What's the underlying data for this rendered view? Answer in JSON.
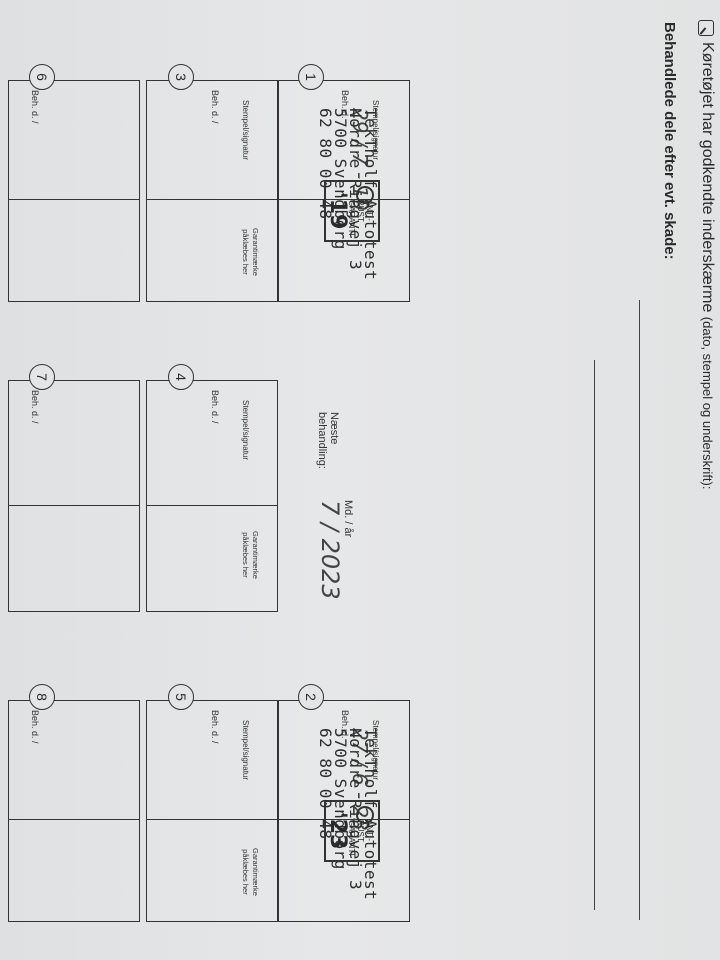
{
  "header": {
    "line1": "Køretøjet har godkendte inderskærme",
    "line1_suffix": "(dato, stempel og underskrift):",
    "line2": "Behandlede dele efter evt. skade:"
  },
  "labels": {
    "beh": "Beh. d.",
    "slash": "/",
    "stempel": "Stempel/signatur",
    "garanti": "Garantimærke påklæbes her",
    "naeste": "Næste behandling:",
    "md_aar": "Md. / år"
  },
  "boxes": {
    "b1": "1",
    "b2": "2",
    "b3": "3",
    "b4": "4",
    "b5": "5",
    "b6": "6",
    "b7": "7",
    "b8": "8"
  },
  "handwriting": {
    "date1": "29 / 7 - 19",
    "date2": "27 / 6 - 23",
    "next": "7 / 2023"
  },
  "stamp": {
    "line1": "TekTholf Autotest",
    "line2": "Nordre Ringvej 3",
    "line3": "5700 Svendborg",
    "line4": "62 80 00 48",
    "badge": "ANTI-RUST GARANTI",
    "year1": "'19",
    "year2": "'23"
  }
}
